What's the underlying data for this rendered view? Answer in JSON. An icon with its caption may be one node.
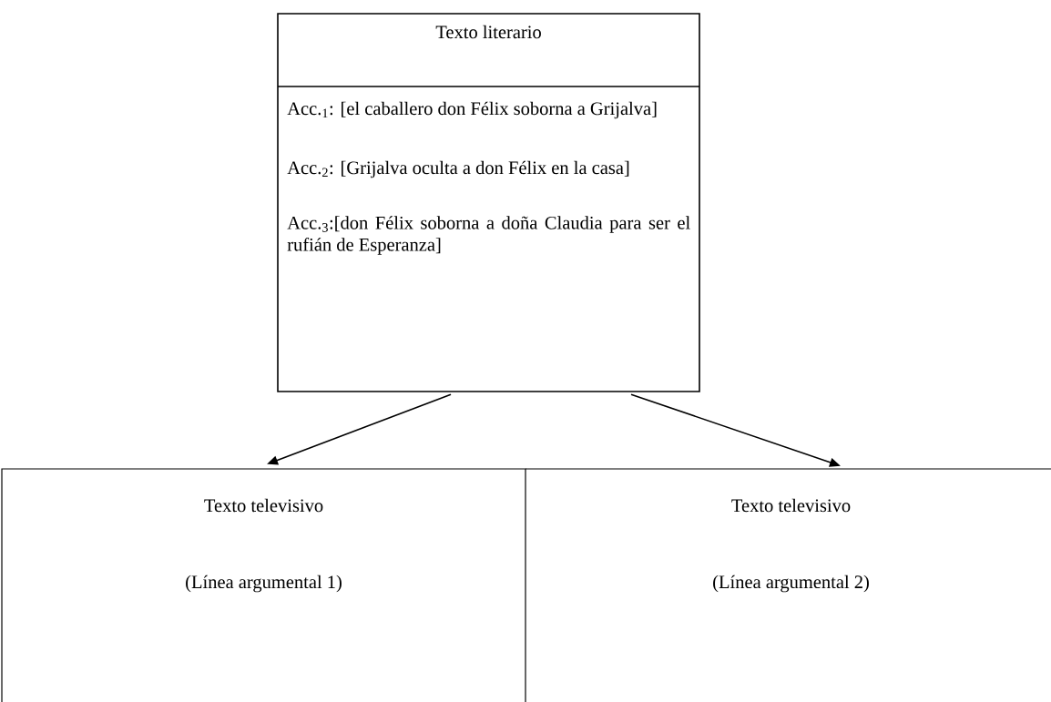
{
  "diagram": {
    "nodes": [
      {
        "text": [
          "Texto literario",
          "Acc.$_{1}$: [el caballero don Félix soborna a Grijalva]",
          "Acc.$_{2}$: [Grijalva oculta a don Félix en la casa]",
          "Acc.$_{3}$:[don Félix soborna a doña Claudia para ser el rufián de Esperanza]"
        ]
      },
      {
        "text": [
          "Texto televisivo",
          "(Línea argumental 1)"
        ]
      },
      {
        "text": [
          "Texto televisivo",
          "(Línea argumental 2)"
        ]
      }
    ],
    "edges": [
      {
        "from": 0,
        "to": 1,
        "arrow": "to"
      },
      {
        "from": 0,
        "to": 2,
        "arrow": "to"
      }
    ]
  }
}
